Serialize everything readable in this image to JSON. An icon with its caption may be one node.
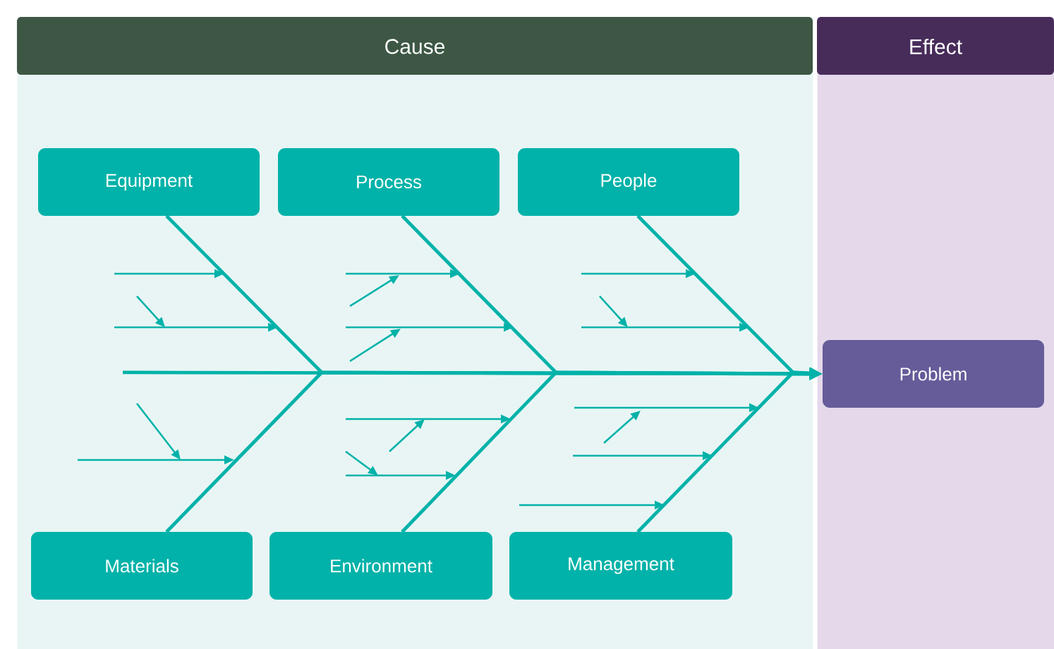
{
  "diagram": {
    "nodes": [
      {
        "text": [
          "Cause"
        ]
      },
      {
        "text": [
          "Effect"
        ]
      },
      {
        "text": [
          "Equipment"
        ],
        "in": 0
      },
      {
        "text": [
          "Process"
        ],
        "in": 0
      },
      {
        "text": [
          "People"
        ],
        "in": 0
      },
      {
        "text": [
          "Materials"
        ],
        "in": 0
      },
      {
        "text": [
          "Environment"
        ],
        "in": 0
      },
      {
        "text": [
          "Management"
        ],
        "in": 0
      },
      {
        "text": [
          "Problem"
        ],
        "in": 1
      }
    ],
    "edges": [
      {
        "from": null,
        "to": 8,
        "arrow": "to"
      },
      {
        "from": 2,
        "to": 8,
        "arrow": "to"
      },
      {
        "from": 3,
        "to": 8,
        "arrow": "to"
      },
      {
        "from": 4,
        "to": 8,
        "arrow": "to"
      },
      {
        "from": 5,
        "to": 8,
        "arrow": "to"
      },
      {
        "from": 6,
        "to": 8,
        "arrow": "to"
      },
      {
        "from": 7,
        "to": 8,
        "arrow": "to"
      }
    ]
  }
}
